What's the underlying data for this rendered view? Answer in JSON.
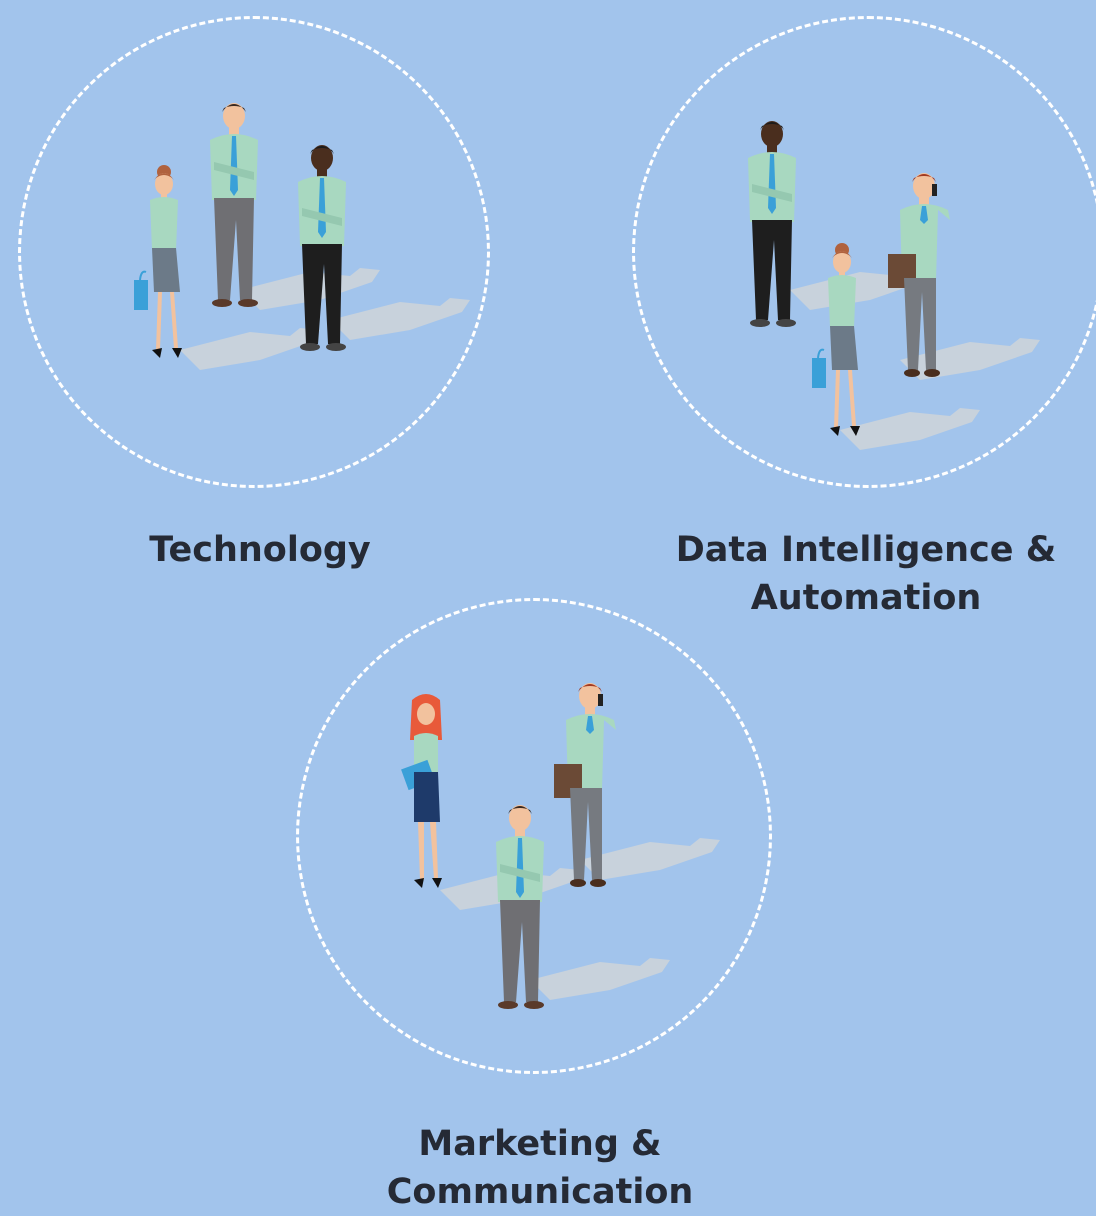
{
  "groups": [
    {
      "id": "technology",
      "label_lines": [
        "Technology"
      ],
      "people_icon": "business-team-icon"
    },
    {
      "id": "data-intelligence",
      "label_lines": [
        "Data Intelligence &",
        "Automation"
      ],
      "people_icon": "business-team-icon"
    },
    {
      "id": "marketing",
      "label_lines": [
        "Marketing &",
        "Communication"
      ],
      "people_icon": "business-team-icon"
    }
  ],
  "colors": {
    "background": "#a2c4ec",
    "circle_stroke": "#ffffff",
    "label_text": "#252a35",
    "jacket": "#a8d8c0",
    "tie": "#3aa0d8",
    "shadow": "#c8d2dc"
  }
}
